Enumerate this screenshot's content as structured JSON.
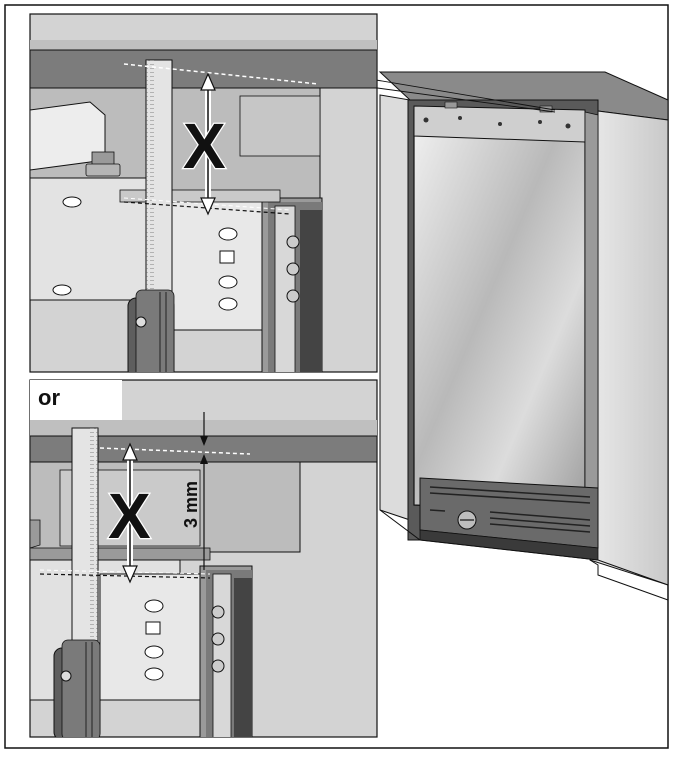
{
  "figure": {
    "label_x": "X",
    "label_or": "or",
    "label_gap": "3 mm"
  },
  "colors": {
    "panel_bg": "#cfcfcf",
    "countertop": "#7a7a7a",
    "dark": "#4a4a4a",
    "door": "#d9d9d9",
    "line": "#111111"
  }
}
